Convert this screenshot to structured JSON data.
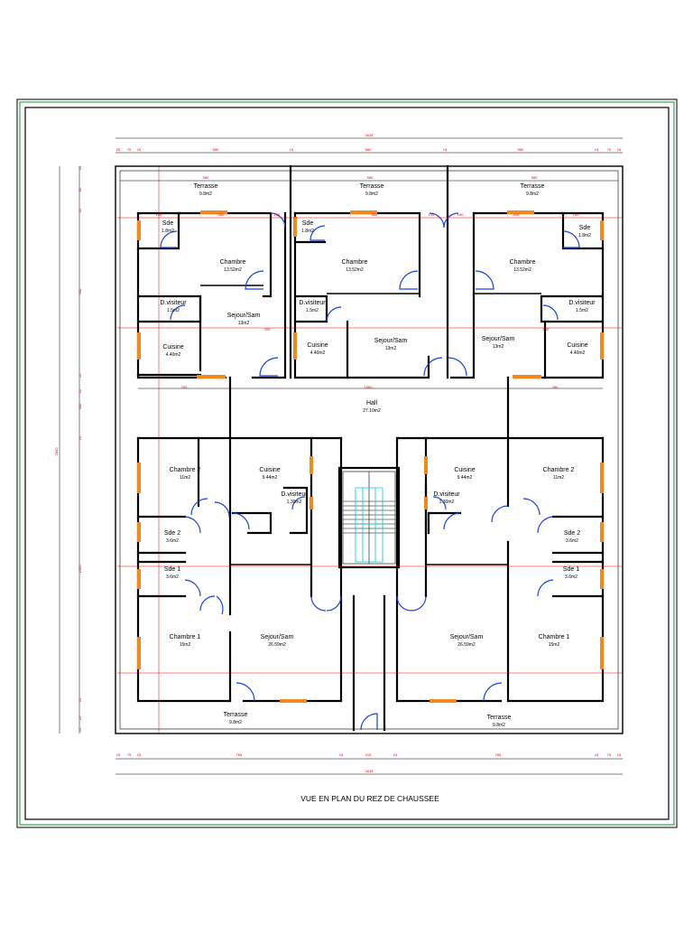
{
  "title": "VUE EN PLAN DU REZ DE CHAUSSEE",
  "rooms": [
    {
      "id": "terrasse-top-left",
      "name": "Terrasse",
      "area": "9.8m2"
    },
    {
      "id": "terrasse-top-center",
      "name": "Terrasse",
      "area": "9.8m2"
    },
    {
      "id": "terrasse-top-right",
      "name": "Terrasse",
      "area": "9.8m2"
    },
    {
      "id": "sde-top-left",
      "name": "Sde",
      "area": "1.8m2"
    },
    {
      "id": "sde-top-center",
      "name": "Sde",
      "area": "1.8m2"
    },
    {
      "id": "sde-top-right",
      "name": "Sde",
      "area": "1.8m2"
    },
    {
      "id": "chambre-top-left",
      "name": "Chambre",
      "area": "13.52m2"
    },
    {
      "id": "chambre-top-center",
      "name": "Chambre",
      "area": "13.52m2"
    },
    {
      "id": "chambre-top-right",
      "name": "Chambre",
      "area": "13.52m2"
    },
    {
      "id": "dvisiteur-top-left",
      "name": "D.visiteur",
      "area": "1.5m2"
    },
    {
      "id": "dvisiteur-top-center",
      "name": "D.visiteur",
      "area": "1.5m2"
    },
    {
      "id": "dvisiteur-top-right",
      "name": "D.visiteur",
      "area": "1.5m2"
    },
    {
      "id": "sejour-top-left",
      "name": "Sejour/Sam",
      "area": "13m2"
    },
    {
      "id": "sejour-top-center",
      "name": "Sejour/Sam",
      "area": "13m2"
    },
    {
      "id": "sejour-top-right",
      "name": "Sejour/Sam",
      "area": "13m2"
    },
    {
      "id": "cuisine-top-left",
      "name": "Cuisine",
      "area": "4.40m2"
    },
    {
      "id": "cuisine-top-center",
      "name": "Cuisine",
      "area": "4.40m2"
    },
    {
      "id": "cuisine-top-right",
      "name": "Cuisine",
      "area": "4.40m2"
    },
    {
      "id": "hall",
      "name": "Hall",
      "area": "27.10m2"
    },
    {
      "id": "chambre2-left",
      "name": "Chambre 2",
      "area": "11m2"
    },
    {
      "id": "cuisine-bottom-left",
      "name": "Cuisine",
      "area": "9.44m2"
    },
    {
      "id": "dvisiteur-bottom-left",
      "name": "D.visiteur",
      "area": "1.30m2"
    },
    {
      "id": "sde2-left",
      "name": "Sde 2",
      "area": "3.6m2"
    },
    {
      "id": "sde1-left",
      "name": "Sde 1",
      "area": "3.6m2"
    },
    {
      "id": "chambre1-left",
      "name": "Chambre 1",
      "area": "15m2"
    },
    {
      "id": "sejour-bottom-left",
      "name": "Sejour/Sam",
      "area": "26.59m2"
    },
    {
      "id": "terrasse-bottom-left",
      "name": "Terrasse",
      "area": "9.8m2"
    },
    {
      "id": "cuisine-bottom-right",
      "name": "Cuisine",
      "area": "9.44m2"
    },
    {
      "id": "dvisiteur-bottom-right",
      "name": "D.visiteur",
      "area": "1.30m2"
    },
    {
      "id": "chambre2-right",
      "name": "Chambre 2",
      "area": "11m2"
    },
    {
      "id": "sde2-right",
      "name": "Sde 2",
      "area": "3.6m2"
    },
    {
      "id": "sde1-right",
      "name": "Sde 1",
      "area": "3.6m2"
    },
    {
      "id": "chambre1-right",
      "name": "Chambre 1",
      "area": "15m2"
    },
    {
      "id": "sejour-bottom-right",
      "name": "Sejour/Sam",
      "area": "26.59m2"
    },
    {
      "id": "terrasse-bottom-right",
      "name": "Terrasse",
      "area": "9.8m2"
    }
  ],
  "dimensions": {
    "overall_width": "2815",
    "top_chain": [
      "25",
      "70",
      "15",
      "580",
      "15",
      "580",
      "15",
      "580",
      "15",
      "70",
      "15"
    ],
    "bottom_chain": [
      "15",
      "70",
      "15",
      "765",
      "15",
      "215",
      "15",
      "765",
      "15",
      "70",
      "15"
    ],
    "left_chain": [
      "15",
      "85",
      "15",
      "500",
      "15",
      "15",
      "300",
      "15",
      "1060",
      "15",
      "15",
      "15"
    ],
    "left_total": "2800",
    "terrace_widths": [
      "580",
      "580",
      "580"
    ],
    "room_widths": [
      "320",
      "100",
      "320",
      "100",
      "315",
      "150",
      "100",
      "100",
      "200",
      "200",
      "1060",
      "285",
      "285"
    ]
  }
}
